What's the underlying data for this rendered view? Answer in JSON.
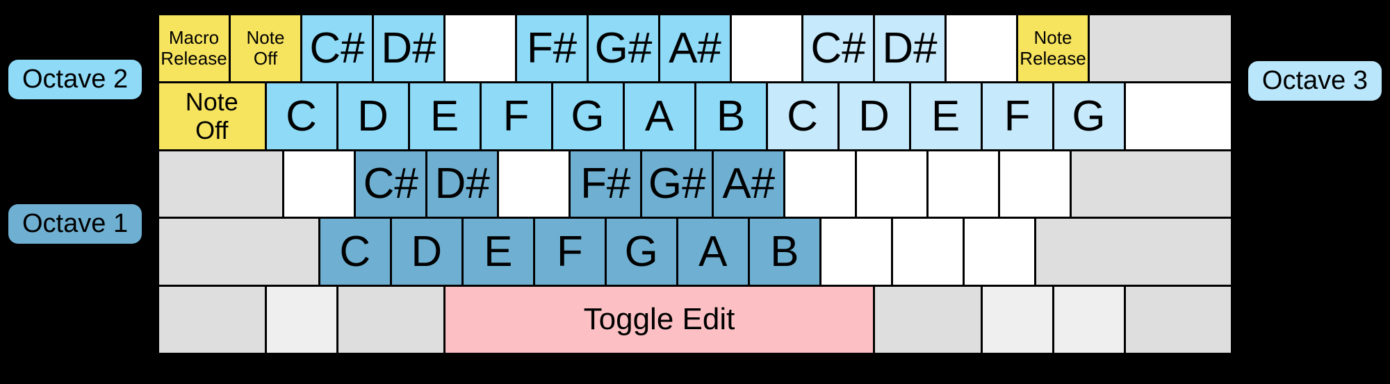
{
  "palette": {
    "background": "#000000",
    "key_border": "#000000",
    "yellow": "#F6E35E",
    "sky_blue": "#8EDAF7",
    "pale_blue": "#C6E9FB",
    "pale_blue_label": "#B9E6FB",
    "steel_blue": "#6FB0D2",
    "white": "#FFFFFF",
    "gray": "#DEDEDE",
    "light_gray": "#EFEFEF",
    "pink": "#FCC0C4",
    "text": "#000000"
  },
  "octave_labels": [
    {
      "id": "octave-2",
      "text": "Octave 2",
      "color": "sky_blue",
      "side": "left",
      "rows": "top pair"
    },
    {
      "id": "octave-3",
      "text": "Octave 3",
      "color": "pale_blue_label",
      "side": "right",
      "rows": "top pair"
    },
    {
      "id": "octave-1",
      "text": "Octave 1",
      "color": "steel_blue",
      "side": "left",
      "rows": "middle pair"
    }
  ],
  "keyboard": {
    "rows": [
      {
        "name": "keyboard-row-numbers",
        "keys": [
          {
            "lines": [
              "Macro",
              "Release"
            ],
            "color": "yellow",
            "width": 4,
            "size": "small"
          },
          {
            "lines": [
              "Note",
              "Off"
            ],
            "color": "yellow",
            "width": 4,
            "size": "small"
          },
          {
            "label": "C#",
            "color": "sky_blue",
            "width": 4,
            "size": "xlarge"
          },
          {
            "label": "D#",
            "color": "sky_blue",
            "width": 4,
            "size": "xlarge"
          },
          {
            "label": "",
            "color": "white",
            "width": 4
          },
          {
            "label": "F#",
            "color": "sky_blue",
            "width": 4,
            "size": "xlarge"
          },
          {
            "label": "G#",
            "color": "sky_blue",
            "width": 4,
            "size": "xlarge"
          },
          {
            "label": "A#",
            "color": "sky_blue",
            "width": 4,
            "size": "xlarge"
          },
          {
            "label": "",
            "color": "white",
            "width": 4
          },
          {
            "label": "C#",
            "color": "pale_blue",
            "width": 4,
            "size": "xlarge"
          },
          {
            "label": "D#",
            "color": "pale_blue",
            "width": 4,
            "size": "xlarge"
          },
          {
            "label": "",
            "color": "white",
            "width": 4
          },
          {
            "lines": [
              "Note",
              "Release"
            ],
            "color": "yellow",
            "width": 4,
            "size": "small"
          },
          {
            "label": "",
            "color": "gray",
            "width": 8
          }
        ]
      },
      {
        "name": "keyboard-row-tab",
        "keys": [
          {
            "lines": [
              "Note",
              "Off"
            ],
            "color": "yellow",
            "width": 6,
            "size": "medium"
          },
          {
            "label": "C",
            "color": "sky_blue",
            "width": 4,
            "size": "xlarge"
          },
          {
            "label": "D",
            "color": "sky_blue",
            "width": 4,
            "size": "xlarge"
          },
          {
            "label": "E",
            "color": "sky_blue",
            "width": 4,
            "size": "xlarge"
          },
          {
            "label": "F",
            "color": "sky_blue",
            "width": 4,
            "size": "xlarge"
          },
          {
            "label": "G",
            "color": "sky_blue",
            "width": 4,
            "size": "xlarge"
          },
          {
            "label": "A",
            "color": "sky_blue",
            "width": 4,
            "size": "xlarge"
          },
          {
            "label": "B",
            "color": "sky_blue",
            "width": 4,
            "size": "xlarge"
          },
          {
            "label": "C",
            "color": "pale_blue",
            "width": 4,
            "size": "xlarge"
          },
          {
            "label": "D",
            "color": "pale_blue",
            "width": 4,
            "size": "xlarge"
          },
          {
            "label": "E",
            "color": "pale_blue",
            "width": 4,
            "size": "xlarge"
          },
          {
            "label": "F",
            "color": "pale_blue",
            "width": 4,
            "size": "xlarge"
          },
          {
            "label": "G",
            "color": "pale_blue",
            "width": 4,
            "size": "xlarge"
          },
          {
            "label": "",
            "color": "white",
            "width": 6
          }
        ]
      },
      {
        "name": "keyboard-row-home",
        "keys": [
          {
            "label": "",
            "color": "gray",
            "width": 7
          },
          {
            "label": "",
            "color": "white",
            "width": 4
          },
          {
            "label": "C#",
            "color": "steel_blue",
            "width": 4,
            "size": "xlarge"
          },
          {
            "label": "D#",
            "color": "steel_blue",
            "width": 4,
            "size": "xlarge"
          },
          {
            "label": "",
            "color": "white",
            "width": 4
          },
          {
            "label": "F#",
            "color": "steel_blue",
            "width": 4,
            "size": "xlarge"
          },
          {
            "label": "G#",
            "color": "steel_blue",
            "width": 4,
            "size": "xlarge"
          },
          {
            "label": "A#",
            "color": "steel_blue",
            "width": 4,
            "size": "xlarge"
          },
          {
            "label": "",
            "color": "white",
            "width": 4
          },
          {
            "label": "",
            "color": "white",
            "width": 4
          },
          {
            "label": "",
            "color": "white",
            "width": 4
          },
          {
            "label": "",
            "color": "white",
            "width": 4
          },
          {
            "label": "",
            "color": "gray",
            "width": 9
          }
        ]
      },
      {
        "name": "keyboard-row-shift",
        "keys": [
          {
            "label": "",
            "color": "gray",
            "width": 9
          },
          {
            "label": "C",
            "color": "steel_blue",
            "width": 4,
            "size": "xlarge"
          },
          {
            "label": "D",
            "color": "steel_blue",
            "width": 4,
            "size": "xlarge"
          },
          {
            "label": "E",
            "color": "steel_blue",
            "width": 4,
            "size": "xlarge"
          },
          {
            "label": "F",
            "color": "steel_blue",
            "width": 4,
            "size": "xlarge"
          },
          {
            "label": "G",
            "color": "steel_blue",
            "width": 4,
            "size": "xlarge"
          },
          {
            "label": "A",
            "color": "steel_blue",
            "width": 4,
            "size": "xlarge"
          },
          {
            "label": "B",
            "color": "steel_blue",
            "width": 4,
            "size": "xlarge"
          },
          {
            "label": "",
            "color": "white",
            "width": 4
          },
          {
            "label": "",
            "color": "white",
            "width": 4
          },
          {
            "label": "",
            "color": "white",
            "width": 4
          },
          {
            "label": "",
            "color": "gray",
            "width": 11
          }
        ]
      },
      {
        "name": "keyboard-row-bottom",
        "keys": [
          {
            "label": "",
            "color": "gray",
            "width": 6
          },
          {
            "label": "",
            "color": "light_gray",
            "width": 4
          },
          {
            "label": "",
            "color": "gray",
            "width": 6
          },
          {
            "label": "Toggle Edit",
            "color": "pink",
            "width": 24,
            "size": "large"
          },
          {
            "label": "",
            "color": "gray",
            "width": 6
          },
          {
            "label": "",
            "color": "light_gray",
            "width": 4
          },
          {
            "label": "",
            "color": "light_gray",
            "width": 4
          },
          {
            "label": "",
            "color": "gray",
            "width": 6
          }
        ]
      }
    ]
  }
}
